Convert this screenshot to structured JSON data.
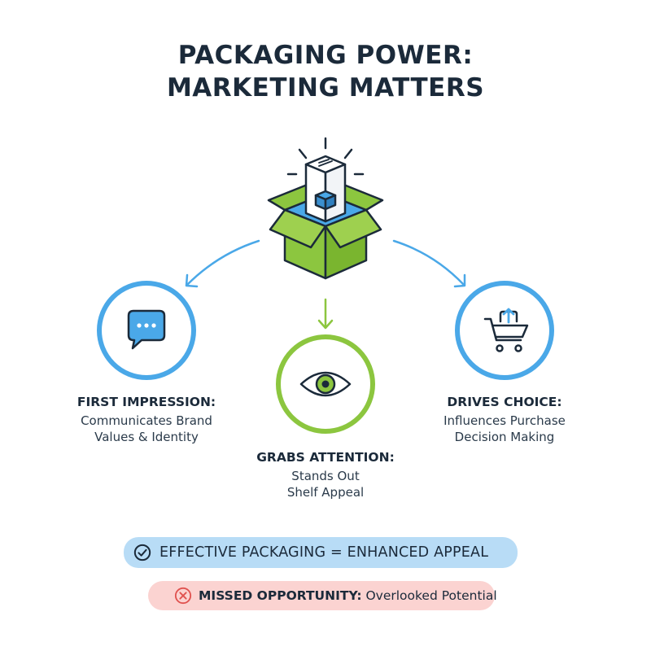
{
  "title": {
    "line1": "PACKAGING POWER:",
    "line2": "MARKETING MATTERS"
  },
  "nodes": [
    {
      "id": "first-impression",
      "heading": "FIRST IMPRESSION:",
      "lines": [
        "Communicates Brand",
        "Values & Identity"
      ],
      "icon": "speech-bubble-icon",
      "ring_color": "#4aa8e8"
    },
    {
      "id": "grabs-attention",
      "heading": "GRABS ATTENTION:",
      "lines": [
        "Stands Out",
        "Shelf Appeal"
      ],
      "icon": "eye-icon",
      "ring_color": "#8cc63f"
    },
    {
      "id": "drives-choice",
      "heading": "DRIVES CHOICE:",
      "lines": [
        "Influences Purchase",
        "Decision Making"
      ],
      "icon": "shopping-cart-icon",
      "ring_color": "#4aa8e8"
    }
  ],
  "center_icon": "open-box-icon",
  "banners": {
    "positive": {
      "text": "EFFECTIVE PACKAGING = ENHANCED APPEAL",
      "icon": "check-circle-icon",
      "color": "#b8dcf6"
    },
    "negative": {
      "bold": "MISSED OPPORTUNITY:",
      "text": " Overlooked Potential",
      "icon": "x-circle-icon",
      "color": "#fbd3d1"
    }
  },
  "colors": {
    "blue": "#4aa8e8",
    "green": "#8cc63f",
    "navy": "#1b2a3a",
    "red": "#e0524f"
  }
}
